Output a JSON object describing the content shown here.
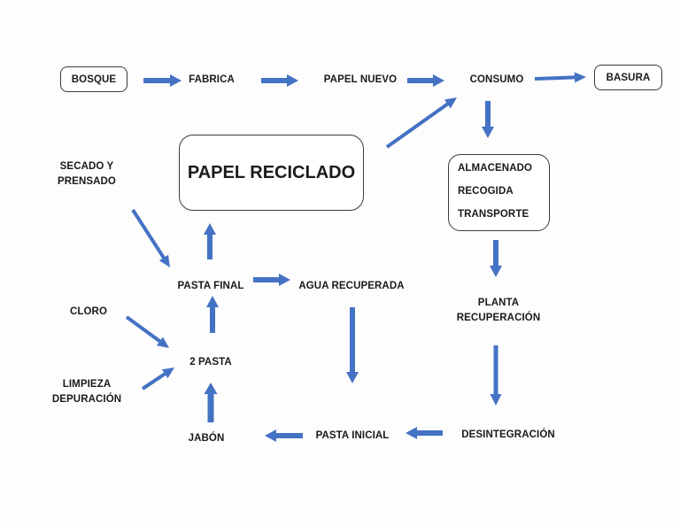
{
  "diagram": {
    "title": "PAPEL RECICLADO",
    "arrow_color": "#4472C4",
    "nodes": {
      "bosque": "BOSQUE",
      "fabrica": "FABRICA",
      "papel_nuevo": "PAPEL NUEVO",
      "consumo": "CONSUMO",
      "basura": "BASURA",
      "papel_reciclado": "PAPEL RECICLADO",
      "secado_line1": "SECADO Y",
      "secado_line2": "PRENSADO",
      "recogida_items": [
        "ALMACENADO",
        "RECOGIDA",
        "TRANSPORTE"
      ],
      "pasta_final": "PASTA FINAL",
      "agua_recuperada": "AGUA RECUPERADA",
      "planta_line1": "PLANTA",
      "planta_line2": "RECUPERACIÓN",
      "cloro": "CLORO",
      "segunda_pasta": "2 PASTA",
      "limpieza_line1": "LIMPIEZA",
      "limpieza_line2": "DEPURACIÓN",
      "jabon": "JABÓN",
      "pasta_inicial": "PASTA INICIAL",
      "desintegracion": "DESINTEGRACIÓN"
    },
    "edges": [
      {
        "from": "BOSQUE",
        "to": "FABRICA"
      },
      {
        "from": "FABRICA",
        "to": "PAPEL NUEVO"
      },
      {
        "from": "PAPEL NUEVO",
        "to": "CONSUMO"
      },
      {
        "from": "CONSUMO",
        "to": "BASURA"
      },
      {
        "from": "CONSUMO",
        "to": "ALMACENADO / RECOGIDA / TRANSPORTE"
      },
      {
        "from": "ALMACENADO / RECOGIDA / TRANSPORTE",
        "to": "PLANTA RECUPERACIÓN"
      },
      {
        "from": "PLANTA RECUPERACIÓN",
        "to": "DESINTEGRACIÓN"
      },
      {
        "from": "DESINTEGRACIÓN",
        "to": "PASTA INICIAL"
      },
      {
        "from": "PASTA INICIAL",
        "to": "JABÓN"
      },
      {
        "from": "JABÓN",
        "to": "2 PASTA"
      },
      {
        "from": "CLORO",
        "to": "2 PASTA"
      },
      {
        "from": "LIMPIEZA DEPURACIÓN",
        "to": "2 PASTA"
      },
      {
        "from": "2 PASTA",
        "to": "PASTA FINAL"
      },
      {
        "from": "SECADO Y PRENSADO",
        "to": "PASTA FINAL"
      },
      {
        "from": "PASTA FINAL",
        "to": "PAPEL RECICLADO"
      },
      {
        "from": "PASTA FINAL",
        "to": "AGUA RECUPERADA"
      },
      {
        "from": "AGUA RECUPERADA",
        "to": "PASTA INICIAL"
      },
      {
        "from": "PAPEL RECICLADO",
        "to": "CONSUMO"
      }
    ]
  }
}
